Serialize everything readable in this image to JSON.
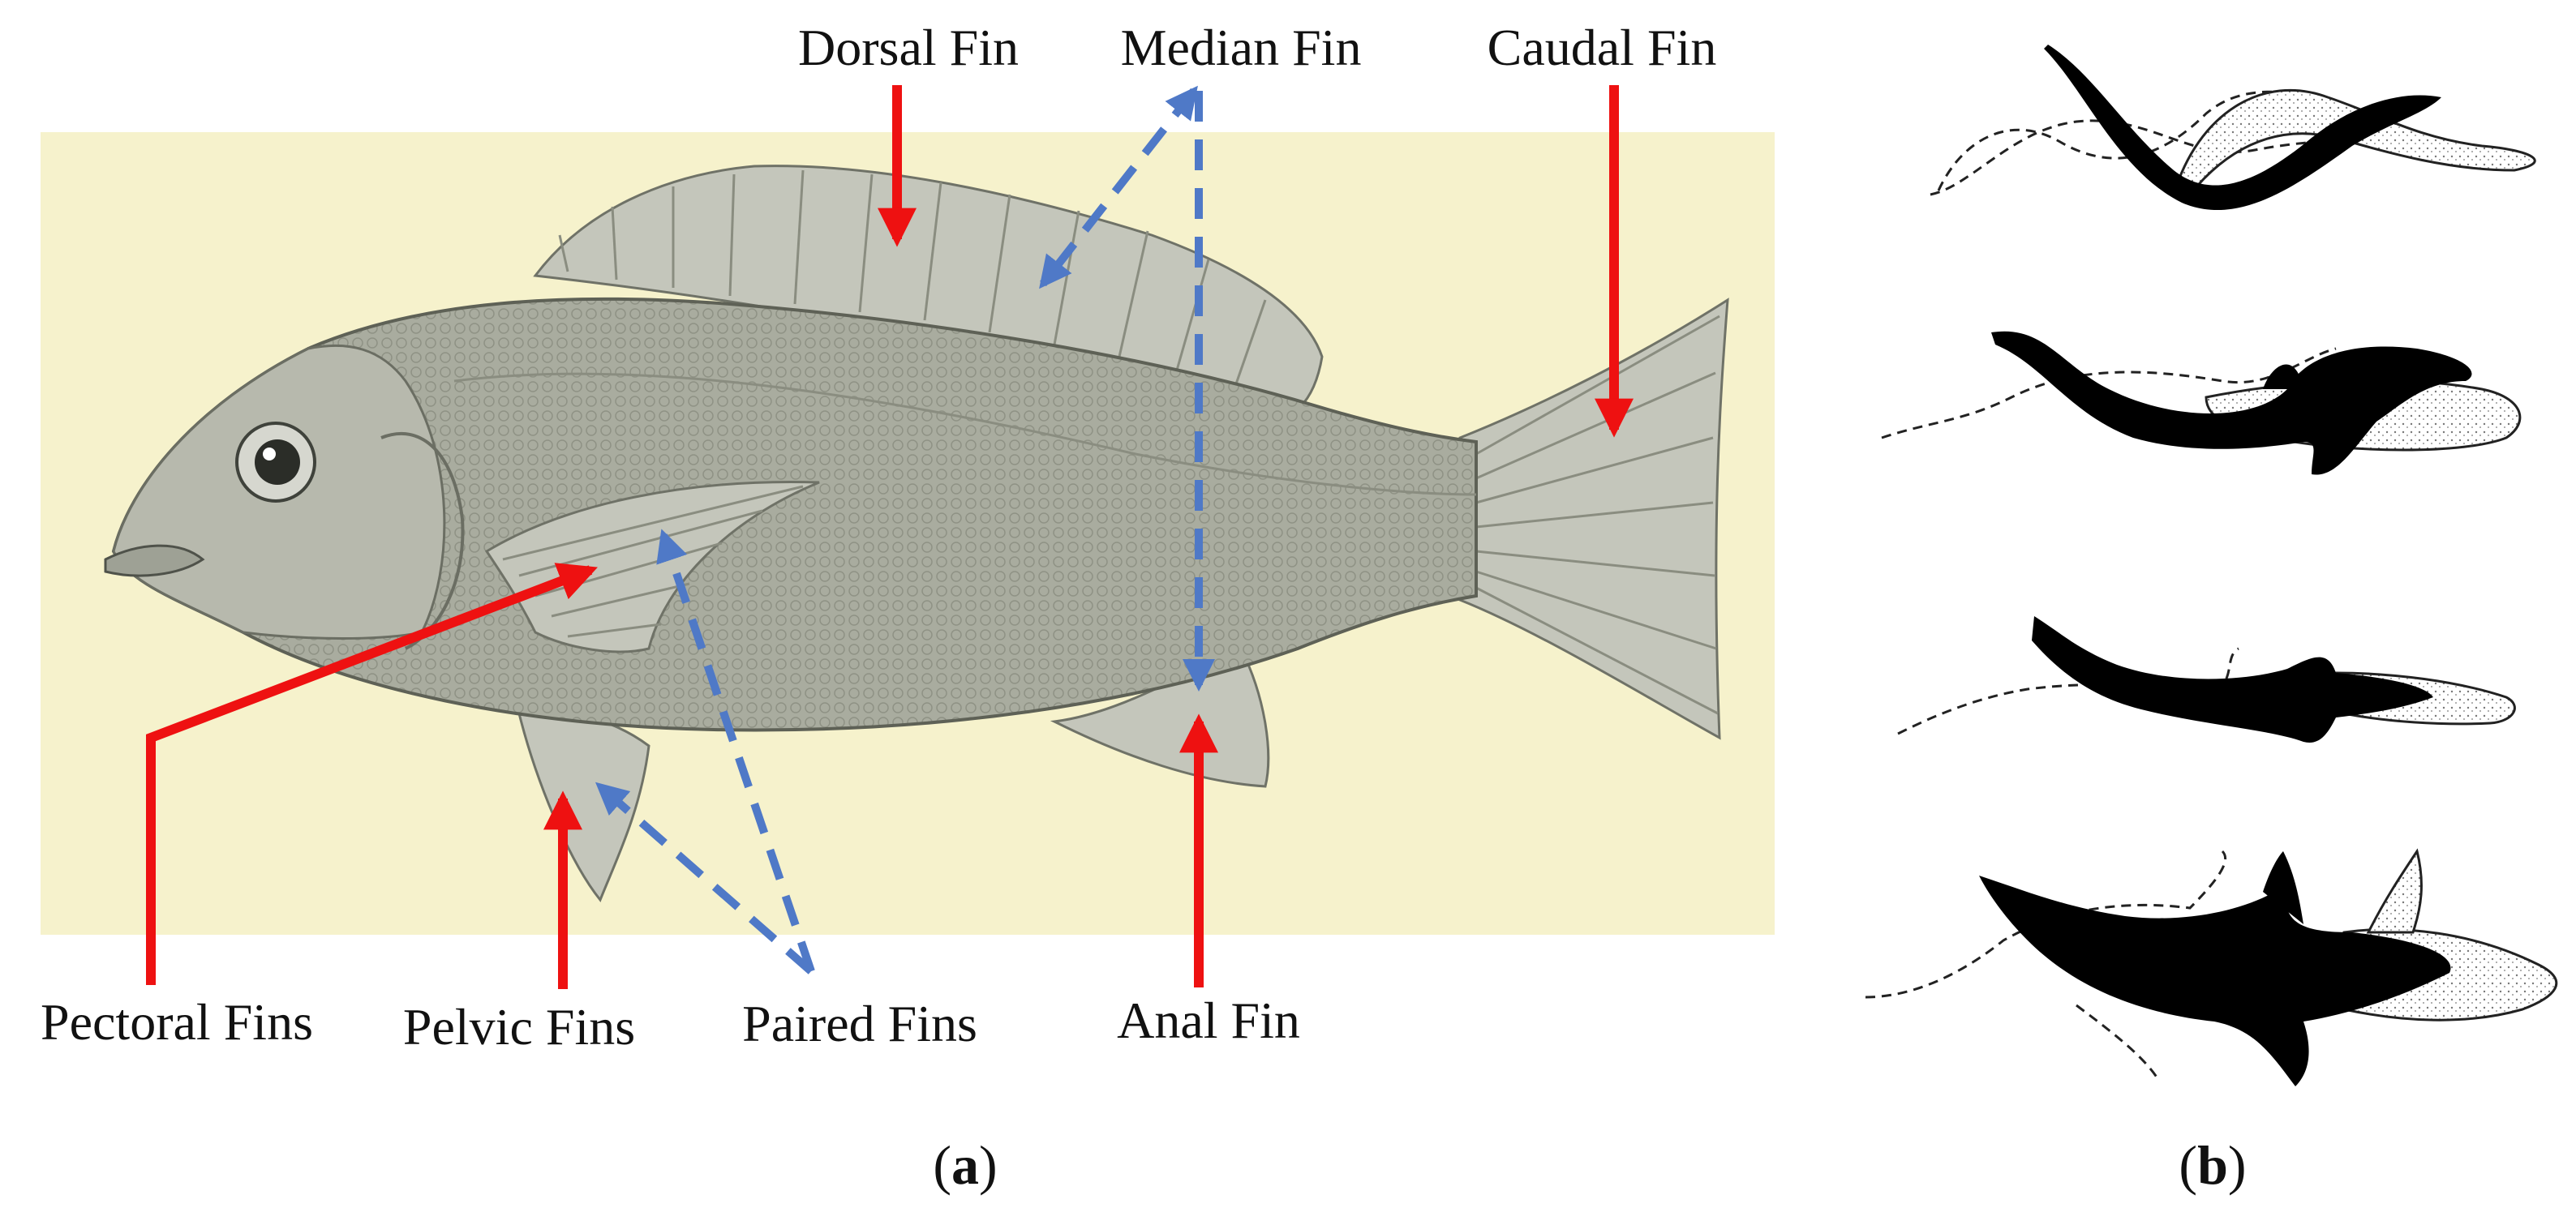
{
  "labels": {
    "dorsal_fin": "Dorsal Fin",
    "median_fin": "Median Fin",
    "caudal_fin": "Caudal Fin",
    "pectoral_fins": "Pectoral Fins",
    "pelvic_fins": "Pelvic Fins",
    "paired_fins": "Paired Fins",
    "anal_fin": "Anal Fin"
  },
  "panels": {
    "a": {
      "open": "(",
      "letter": "a",
      "close": ")"
    },
    "b": {
      "open": "(",
      "letter": "b",
      "close": ")"
    }
  },
  "colors": {
    "background_plate": "#f6f2cc",
    "fish_body": "#a8ab9e",
    "fin": "#c4c6bb",
    "red_arrow": "#ee1111",
    "blue_arrow": "#4f79c7",
    "silhouette": "#000000",
    "stippled": "#e9e9e9"
  }
}
